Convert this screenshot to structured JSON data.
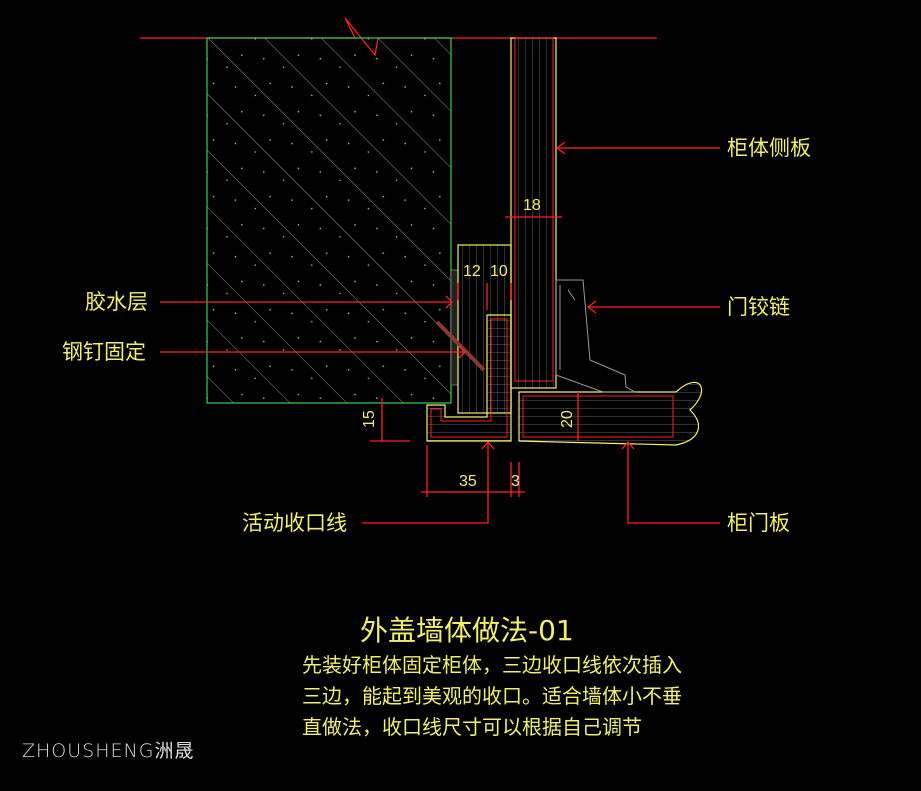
{
  "labels": {
    "side_panel": "柜体侧板",
    "hinge": "门铰链",
    "glue_layer": "胶水层",
    "steel_nail": "钢钉固定",
    "closing_strip": "活动收口线",
    "door_panel": "柜门板"
  },
  "dimensions": {
    "d18": "18",
    "d12": "12",
    "d10": "10",
    "d15": "15",
    "d20": "20",
    "d35": "35",
    "d3": "3"
  },
  "title": "外盖墙体做法-01",
  "description": [
    "先装好柜体固定柜体，三边收口线依次插入",
    "三边，能起到美观的收口。适合墙体小不垂",
    "直做法，收口线尺寸可以根据自己调节"
  ],
  "logo": "ZHOUSHENG洲晟",
  "colors": {
    "line": "#ff2020",
    "outline": "#f2ef6a",
    "wall": "#3ad04a",
    "hinge": "#9a9a9a",
    "nail": "#8a3a32"
  }
}
